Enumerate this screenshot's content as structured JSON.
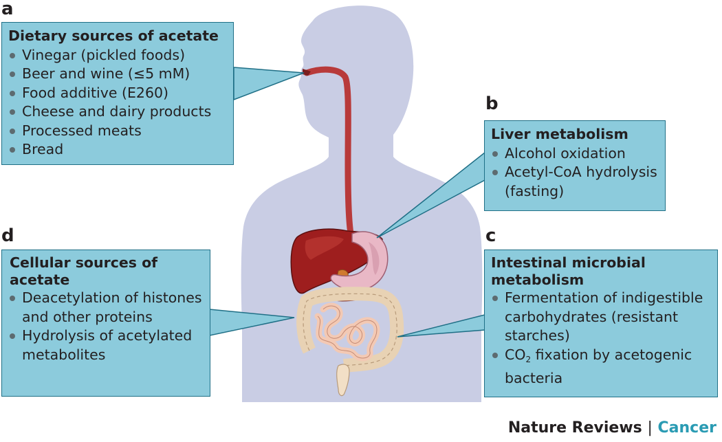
{
  "panels": {
    "a": {
      "letter": "a",
      "title": "Dietary sources of acetate",
      "items": [
        "Vinegar (pickled foods)",
        "Beer and wine (≤5 mM)",
        "Food additive (E260)",
        "Cheese and dairy products",
        "Processed meats",
        "Bread"
      ]
    },
    "b": {
      "letter": "b",
      "title": "Liver metabolism",
      "items": [
        "Alcohol oxidation",
        "Acetyl-CoA hydrolysis (fasting)"
      ]
    },
    "c": {
      "letter": "c",
      "title": "Intestinal microbial metabolism",
      "items": [
        "Fermentation of indigestible carbohydrates (resistant starches)"
      ],
      "co2_item": {
        "co": "CO",
        "subscript": "2",
        "rest": " fixation by acetogenic bacteria"
      }
    },
    "d": {
      "letter": "d",
      "title": "Cellular sources of acetate",
      "items": [
        "Deacetylation of histones and other proteins",
        "Hydrolysis of acetylated metabolites"
      ]
    }
  },
  "credit": {
    "journal": "Nature Reviews",
    "separator": "|",
    "subjournal": "Cancer"
  },
  "colors": {
    "box_fill": "#8ccbdc",
    "box_border": "#1f6f86",
    "body_fill": "#c9cde4",
    "esophagus": "#b83a3a",
    "liver": "#9e1e1e",
    "stomach": "#e9b8c6",
    "intestine": "#f3c9b4",
    "colon": "#f2dfc6",
    "credit_accent": "#2a9bb3"
  }
}
